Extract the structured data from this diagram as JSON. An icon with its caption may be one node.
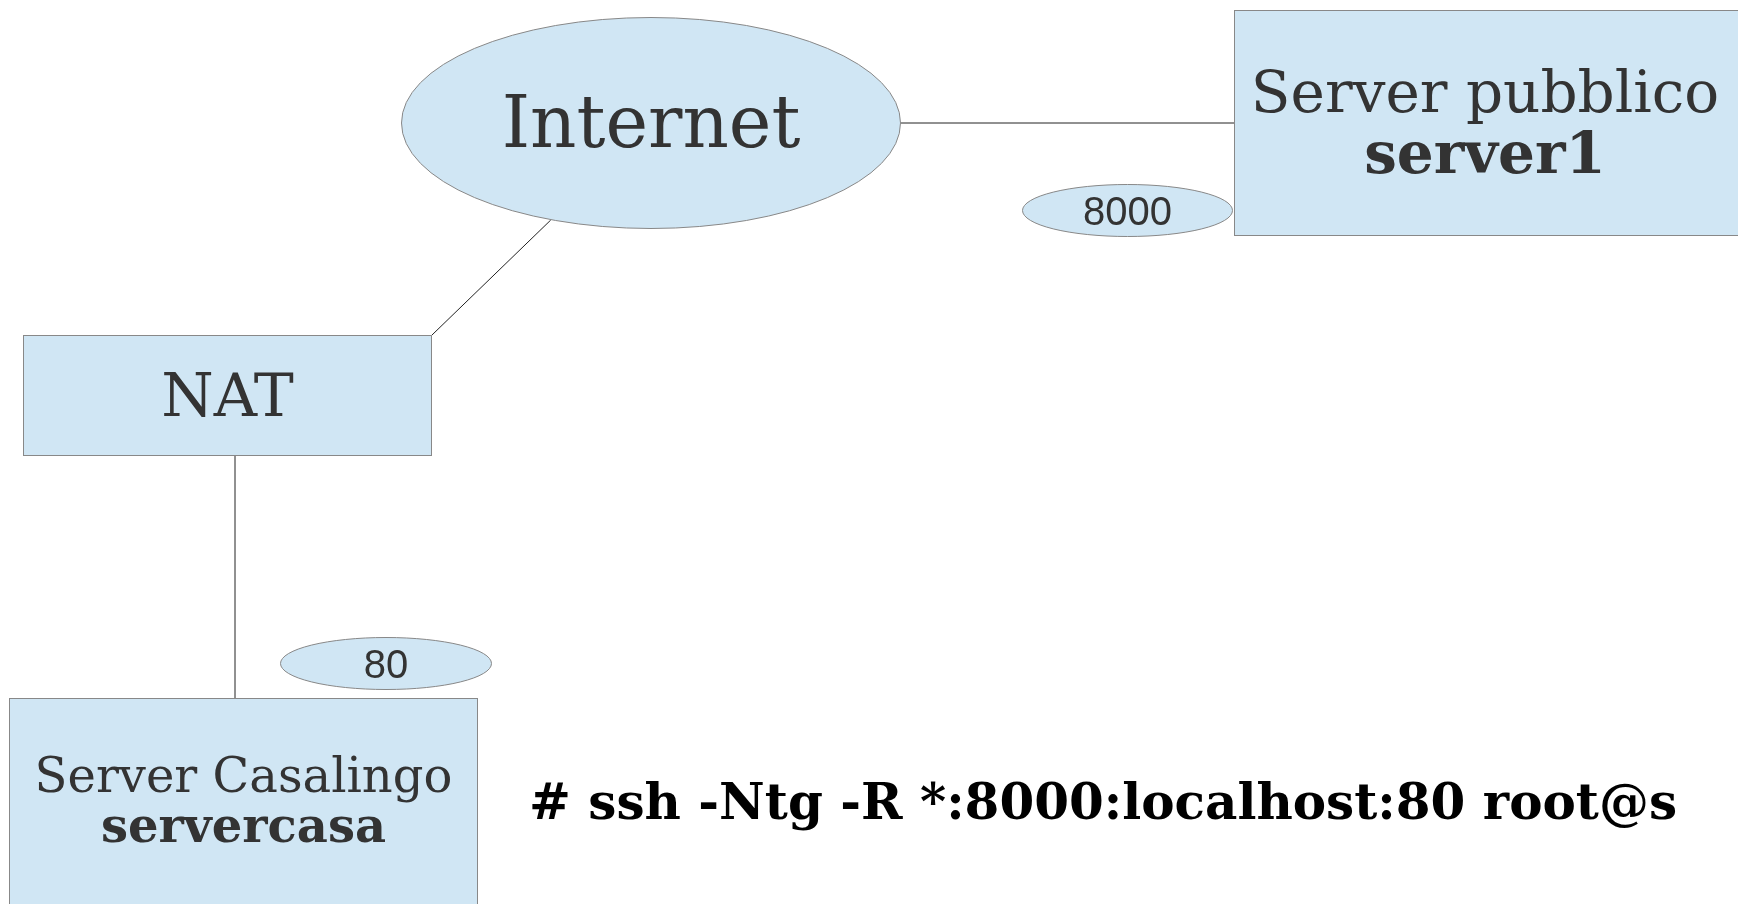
{
  "diagram": {
    "nodes": [
      {
        "text": [
          "Internet"
        ]
      },
      {
        "text": [
          "Server pubblico",
          "server1"
        ]
      },
      {
        "text": [
          "8000"
        ]
      },
      {
        "text": [
          "NAT"
        ]
      },
      {
        "text": [
          "80"
        ]
      },
      {
        "text": [
          "Server Casalingo",
          "servercasa"
        ]
      }
    ],
    "edges": [
      {
        "from": 0,
        "to": 1,
        "arrow": "none"
      },
      {
        "from": 0,
        "to": 3,
        "arrow": "none"
      },
      {
        "from": 3,
        "to": 5,
        "arrow": "none"
      }
    ],
    "labels": [
      "# ssh -Ntg -R *:8000:localhost:80 root@s"
    ]
  }
}
